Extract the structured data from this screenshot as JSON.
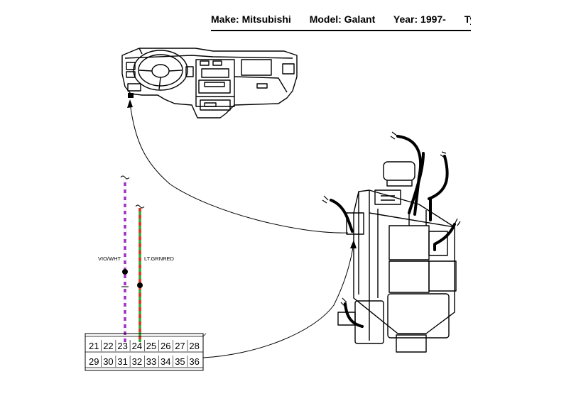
{
  "header": {
    "make": "Make:  Mitsubishi",
    "model": "Model: Galant",
    "year": "Year: 1997-",
    "type": "Type"
  },
  "wires": [
    {
      "label": "VIO/WHT",
      "pin": "23",
      "colors": [
        "#9b30c0",
        "#ffffff"
      ]
    },
    {
      "label": "LT.GRNRED",
      "pin": "24",
      "colors": [
        "#2ea82e",
        "#e0302a"
      ]
    }
  ],
  "connector": {
    "top_row": [
      "21",
      "22",
      "23",
      "24",
      "25",
      "26",
      "27",
      "28"
    ],
    "bottom_row": [
      "29",
      "30",
      "31",
      "32",
      "33",
      "34",
      "35",
      "36"
    ]
  }
}
